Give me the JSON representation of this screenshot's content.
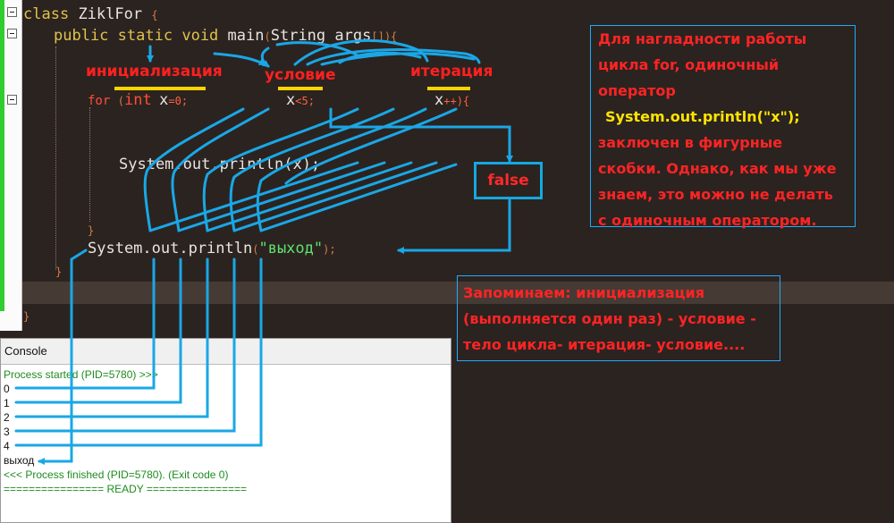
{
  "code": {
    "class_kw": "class",
    "class_name": "ZiklFor",
    "open_brace": "{",
    "main_public": "public",
    "main_static": "static",
    "main_void": "void",
    "main_name": "main",
    "main_paren_open": "(",
    "main_string": "String",
    "main_args": "args",
    "main_brackets": "[]",
    "main_paren_close": "){",
    "for_kw": "for",
    "for_paren": "(",
    "for_int": "int",
    "for_x": "x",
    "for_init": "=0;",
    "cond_x": "x",
    "cond_rest": "<5;",
    "iter_x": "x",
    "iter_rest": "++){",
    "body_stmt": "System.out.println(x);",
    "close_for": "}",
    "exit_prefix": "System.out.println",
    "exit_paren_open": "(",
    "exit_string": "\"выход\"",
    "exit_paren_close": ");",
    "close_main": "}",
    "close_class": "}"
  },
  "annotations": {
    "init": "инициализация",
    "condition": "условие",
    "iteration": "итерация",
    "false_label": "false"
  },
  "note1": {
    "line1": "Для нагладности работы",
    "line2": "цикла for, одиночный",
    "line3": "оператор",
    "code_line": "System.out.println(\"x\");",
    "line4": "заключен в фигурные",
    "line5": "скобки. Однако, как мы уже",
    "line6": "знаем, это можно не делать",
    "line7": "с одиночным оператором."
  },
  "note2": {
    "line1": "Запоминаем: инициализация",
    "line2": "(выполняется один раз) - условие -",
    "line3": "тело цикла- итерация- условие...."
  },
  "console": {
    "title": "Console",
    "lines": [
      "Process started (PID=5780) >>>",
      "0",
      "1",
      "2",
      "3",
      "4",
      "выход",
      "<<< Process finished (PID=5780). (Exit code 0)",
      "================ READY ================"
    ]
  },
  "colors": {
    "editor_bg": "#2b2320",
    "keyword": "#e0c24c",
    "annotation_red": "#ff2020",
    "underline_yellow": "#ffd400",
    "arrow_blue": "#1aa7e6",
    "console_green": "#1e8c1e"
  }
}
